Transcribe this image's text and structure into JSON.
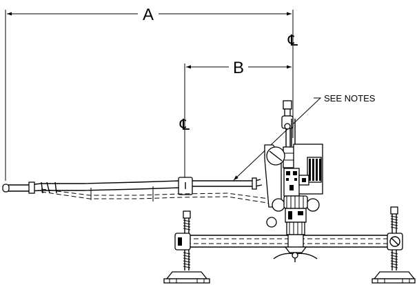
{
  "labels": {
    "dim_a": "A",
    "dim_b": "B",
    "centerline_top": "℄",
    "centerline_left": "℄",
    "callout": "SEE NOTES"
  }
}
